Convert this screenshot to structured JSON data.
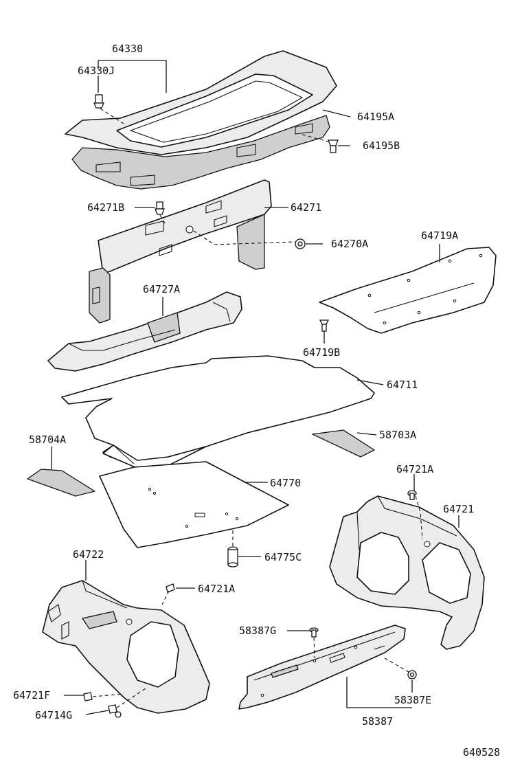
{
  "diagram": {
    "labels": {
      "p64330": "64330",
      "p64330J": "64330J",
      "p64195A": "64195A",
      "p64195B": "64195B",
      "p64271B": "64271B",
      "p64271": "64271",
      "p64270A": "64270A",
      "p64719A": "64719A",
      "p64727A": "64727A",
      "p64719B": "64719B",
      "p64711": "64711",
      "p58704A": "58704A",
      "p58703A": "58703A",
      "p64770": "64770",
      "p64721A_top": "64721A",
      "p64721": "64721",
      "p64722": "64722",
      "p64775C": "64775C",
      "p64721A_mid": "64721A",
      "p58387G": "58387G",
      "p64721F": "64721F",
      "p58387E": "58387E",
      "p64714G": "64714G",
      "p58387": "58387",
      "figure_number": "640528"
    }
  }
}
